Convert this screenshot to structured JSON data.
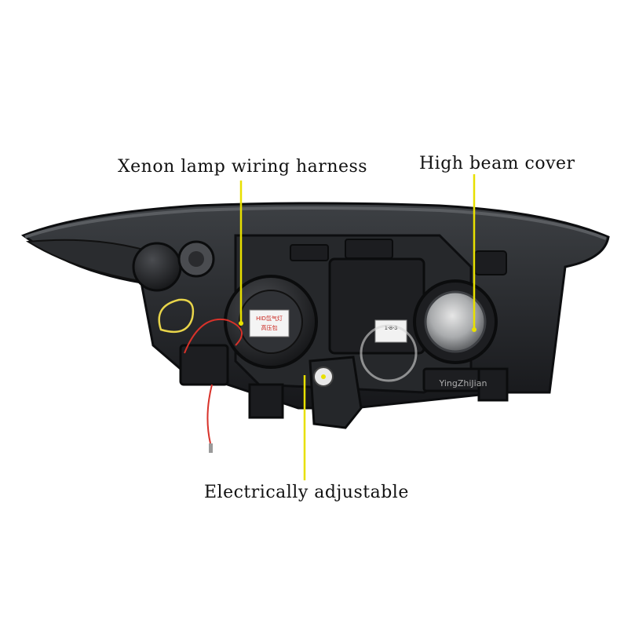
{
  "callouts": {
    "xenon_harness": "Xenon lamp wiring harness",
    "high_beam_cover": "High beam cover",
    "electric_adjust": "Electrically adjustable"
  },
  "bulb_markings": {
    "cap_lines": [
      "HID氙气灯",
      "高压包"
    ],
    "housing_sticker": "1-8-3"
  },
  "watermark": {
    "text": "YingZhiJian"
  },
  "colors": {
    "background": "#ffffff",
    "leader_line": "#e8e000",
    "housing": "#2b2d30",
    "wire_red": "#d8322a",
    "wire_yellow": "#e9d54a"
  }
}
